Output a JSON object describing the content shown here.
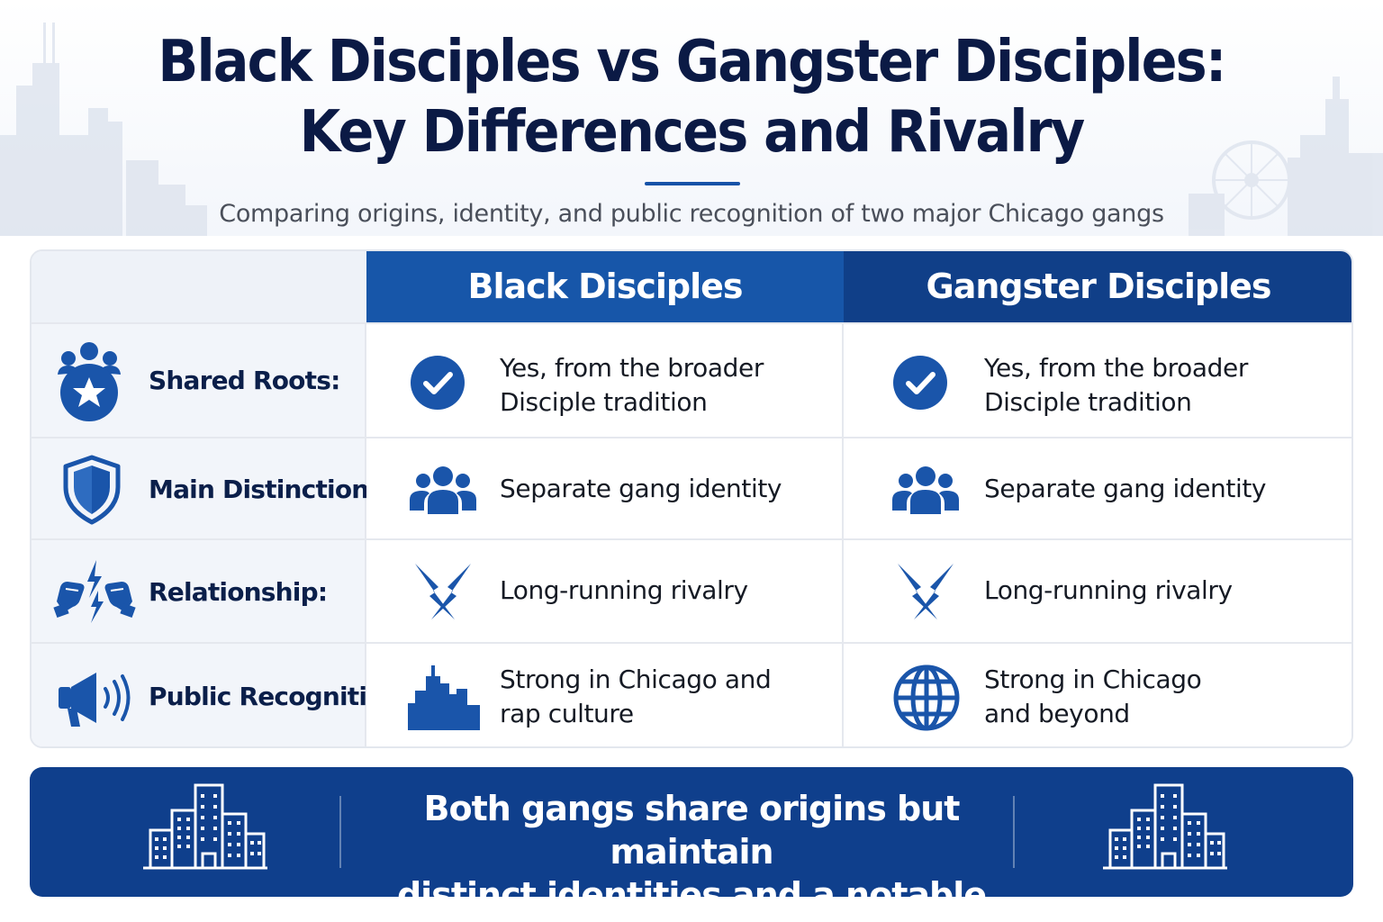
{
  "header": {
    "title_line1": "Black Disciples vs Gangster Disciples:",
    "title_line2": "Key Differences and Rivalry",
    "subtitle": "Comparing origins, identity, and public recognition of two major Chicago gangs"
  },
  "table": {
    "columns": [
      "Black Disciples",
      "Gangster Disciples"
    ],
    "rows": [
      {
        "label": "Shared Roots:",
        "icon": "people-star-icon",
        "bd": {
          "icon": "check-circle-icon",
          "text": [
            "Yes, from the broader",
            "Disciple tradition"
          ]
        },
        "gd": {
          "icon": "check-circle-icon",
          "text": [
            "Yes, from the broader",
            "Disciple tradition"
          ]
        }
      },
      {
        "label": "Main Distinction:",
        "icon": "shield-icon",
        "bd": {
          "icon": "group-icon",
          "text": [
            "Separate gang identity"
          ]
        },
        "gd": {
          "icon": "group-icon",
          "text": [
            "Separate gang identity"
          ]
        }
      },
      {
        "label": "Relationship:",
        "icon": "fists-lightning-icon",
        "bd": {
          "icon": "crossed-lightning-icon",
          "text": [
            "Long-running rivalry"
          ]
        },
        "gd": {
          "icon": "crossed-lightning-icon",
          "text": [
            "Long-running rivalry"
          ]
        }
      },
      {
        "label": "Public Recognition:",
        "icon": "megaphone-icon",
        "bd": {
          "icon": "city-skyline-icon",
          "text": [
            "Strong in Chicago and",
            "rap culture"
          ]
        },
        "gd": {
          "icon": "globe-icon",
          "text": [
            "Strong in Chicago",
            "and beyond"
          ]
        }
      }
    ]
  },
  "banner": {
    "line1": "Both gangs share origins but maintain",
    "line2": "distinct identities and a notable rivalry.",
    "icon": "buildings-icon"
  },
  "colors": {
    "navy": "#0b1a45",
    "blue_header": "#1756a9",
    "dark_blue_header": "#103f88",
    "icon_blue": "#1a55aa",
    "banner": "#0f3f8c"
  }
}
